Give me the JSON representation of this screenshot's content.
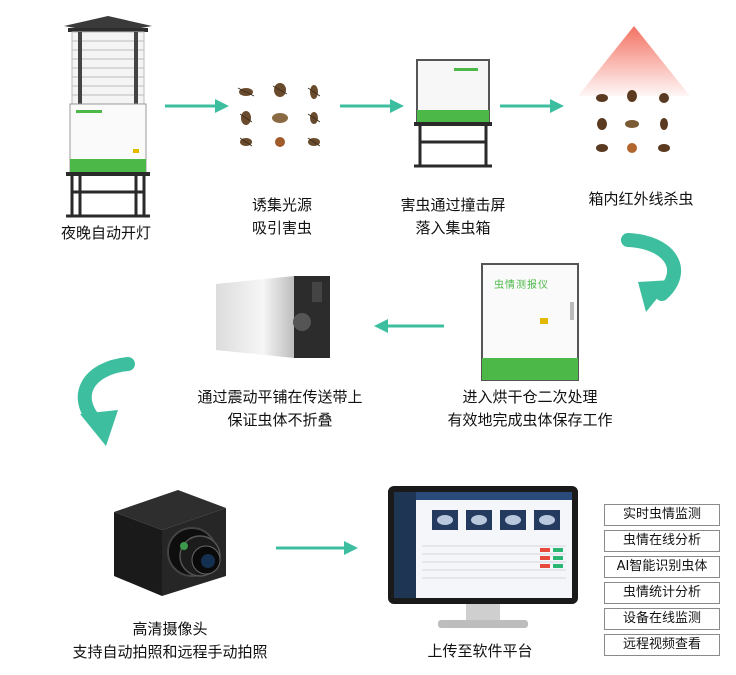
{
  "steps": {
    "s1": {
      "line1": "夜晚自动开灯"
    },
    "s2": {
      "line1": "诱集光源",
      "line2": "吸引害虫"
    },
    "s3": {
      "line1": "害虫通过撞击屏",
      "line2": "落入集虫箱"
    },
    "s4": {
      "line1": "箱内红外线杀虫"
    },
    "s5": {
      "line1": "进入烘干仓二次处理",
      "line2": "有效地完成虫体保存工作"
    },
    "s6": {
      "line1": "通过震动平铺在传送带上",
      "line2": "保证虫体不折叠"
    },
    "s7": {
      "line1": "高清摄像头",
      "line2": "支持自动拍照和远程手动拍照"
    },
    "s8": {
      "line1": "上传至软件平台"
    }
  },
  "device_label": "虫情测报仪",
  "features": [
    "实时虫情监测",
    "虫情在线分析",
    "AI智能识别虫体",
    "虫情统计分析",
    "设备在线监测",
    "远程视频查看"
  ],
  "colors": {
    "accent": "#3dbf9f",
    "device_green": "#4cb848",
    "heat_red": "#f26a5a"
  }
}
